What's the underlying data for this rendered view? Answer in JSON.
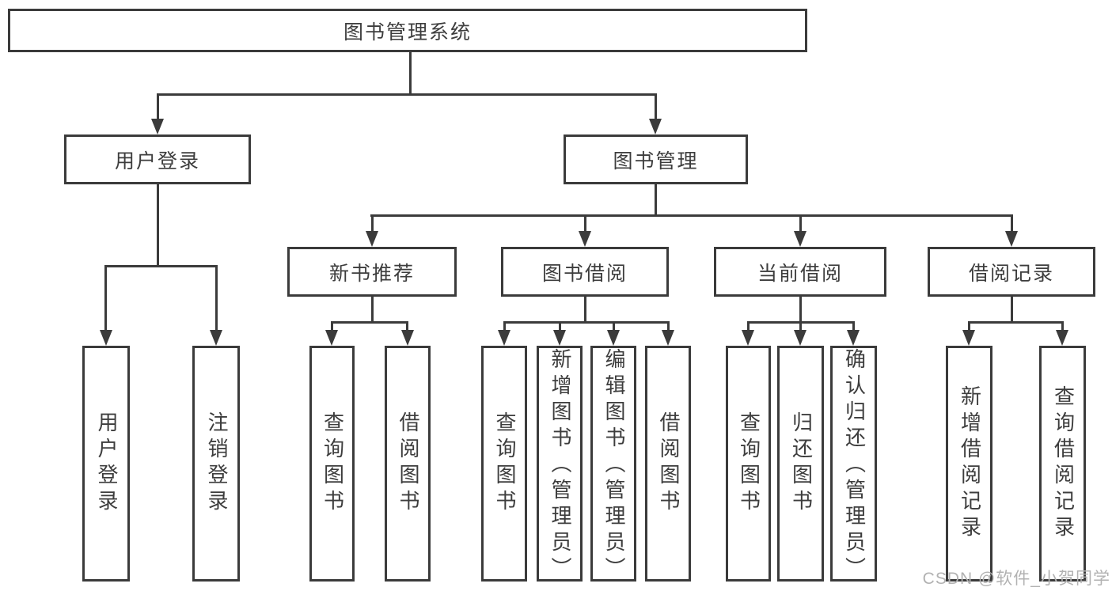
{
  "tree": {
    "root": "图书管理系统",
    "branches": [
      {
        "label": "用户登录",
        "children": [
          "用户登录",
          "注销登录"
        ]
      },
      {
        "label": "图书管理",
        "sections": [
          {
            "label": "新书推荐",
            "children": [
              "查询图书",
              "借阅图书"
            ]
          },
          {
            "label": "图书借阅",
            "children": [
              "查询图书",
              "新增图书（管理员）",
              "编辑图书（管理员）",
              "借阅图书"
            ]
          },
          {
            "label": "当前借阅",
            "children": [
              "查询图书",
              "归还图书",
              "确认归还（管理员）"
            ]
          },
          {
            "label": "借阅记录",
            "children": [
              "新增借阅记录",
              "查询借阅记录"
            ]
          }
        ]
      }
    ]
  },
  "watermark": {
    "text": "CSDN @软件_小贺同学"
  },
  "colors": {
    "line": "#3b3b3b",
    "box_border": "#3b3b3b",
    "text": "#3d3d3d",
    "background": "#ffffff",
    "watermark": "#b2b2b2"
  }
}
